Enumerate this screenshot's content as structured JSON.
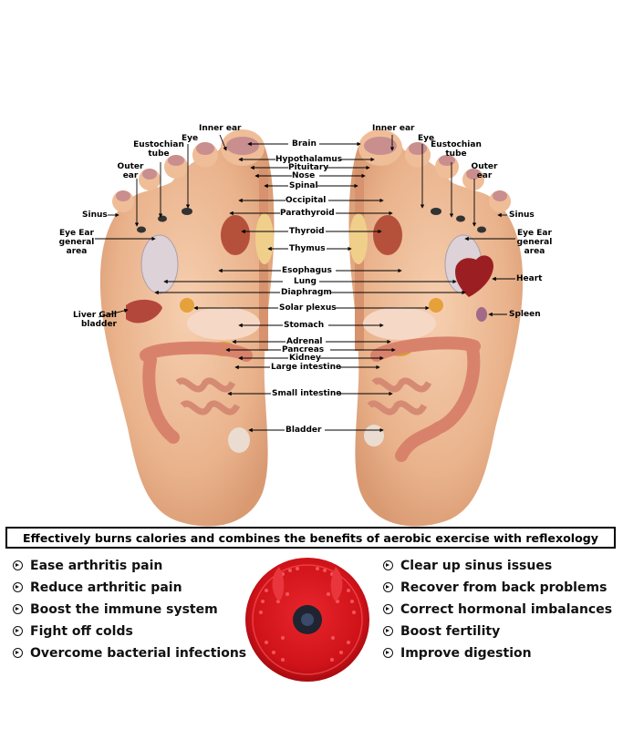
{
  "diagram_labels": {
    "inner_ear_left": "Inner ear",
    "inner_ear_right": "Inner ear",
    "eye_left": "Eye",
    "eye_right": "Eye",
    "eustachian_left": "Eustochian tube",
    "eustachian_right": "Eustochian tube",
    "outer_ear_left": "Outer ear",
    "outer_ear_right": "Outer ear",
    "sinus_left": "Sinus",
    "sinus_right": "Sinus",
    "eye_ear_general_left": "Eye Ear general area",
    "eye_ear_general_right": "Eye Ear general area",
    "liver_gallbladder": "Liver Gall bladder",
    "heart": "Heart",
    "spleen": "Spleen",
    "brain": "Brain",
    "hypothalamus": "Hypothalamus",
    "pituitary": "Pituitary",
    "nose": "Nose",
    "spinal": "Spinal",
    "occipital": "Occipital",
    "parathyroid": "Parathyroid",
    "thyroid": "Thyroid",
    "thymus": "Thymus",
    "esophagus": "Esophagus",
    "lung": "Lung",
    "diaphragm": "Diaphragm",
    "solar_plexus": "Solar plexus",
    "stomach": "Stomach",
    "adrenal": "Adrenal",
    "pancreas": "Pancreas",
    "kidney": "Kidney",
    "large_intestine": "Large intestine",
    "small_intestine": "Small intestine",
    "bladder": "Bladder"
  },
  "banner": "Effectively burns calories and combines the benefits of aerobic exercise with reflexology",
  "benefits_left": [
    "Ease arthritis pain",
    "Reduce arthritic pain",
    "Boost the immune system",
    "Fight off colds",
    "Overcome bacterial infections"
  ],
  "benefits_right": [
    "Clear up sinus issues",
    "Recover from back problems",
    "Correct hormonal imbalances",
    "Boost fertility",
    "Improve digestion"
  ],
  "colors": {
    "skin": "#ecb792",
    "skin_dark": "#d99c76",
    "intestine": "#d9826b",
    "disc_red": "#d8141c",
    "text": "#000000"
  },
  "icons": {
    "bullet": "circled-triangle-bullet-icon",
    "product": "twist-waist-disc-icon"
  }
}
